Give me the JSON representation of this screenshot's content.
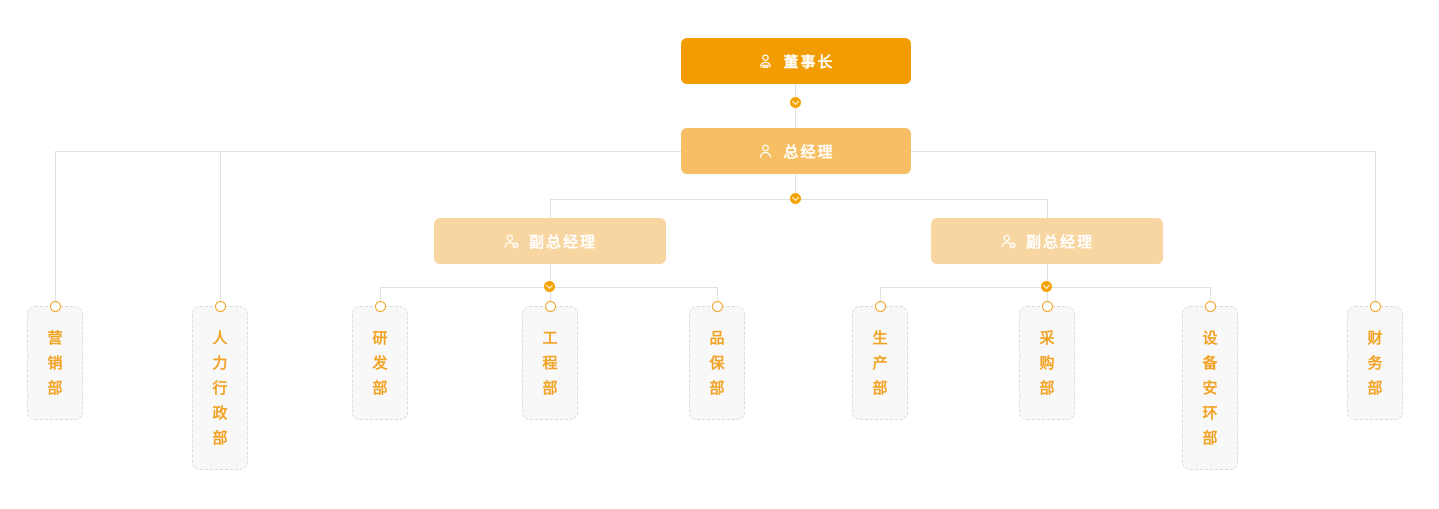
{
  "meta": {
    "type": "organization-chart"
  },
  "palette": {
    "chairman_bg": "#F39C00",
    "general_manager_bg": "#F7BF63",
    "deputy_manager_bg": "#F8D6A1",
    "node_bg": "#F5A300",
    "department_text": "#F2A325",
    "department_bg": "#F8F8F8",
    "department_border": "#DBDBDB",
    "connector_line": "#E0E0E0",
    "executive_text": "#FFFFFF"
  },
  "org": {
    "chairman": {
      "label": "董事长",
      "icon": "user-tie-icon"
    },
    "general_manager": {
      "label": "总经理",
      "icon": "user-icon"
    },
    "deputy_managers": [
      {
        "label": "副总经理",
        "icon": "user-badge-icon"
      },
      {
        "label": "副总经理",
        "icon": "user-badge-icon"
      }
    ],
    "departments": [
      {
        "name": "营销部",
        "parent": "总经理"
      },
      {
        "name": "人力行政部",
        "parent": "总经理"
      },
      {
        "name": "研发部",
        "parent": "副总经理"
      },
      {
        "name": "工程部",
        "parent": "副总经理"
      },
      {
        "name": "品保部",
        "parent": "副总经理"
      },
      {
        "name": "生产部",
        "parent": "副总经理"
      },
      {
        "name": "采购部",
        "parent": "副总经理"
      },
      {
        "name": "设备安环部",
        "parent": "副总经理"
      },
      {
        "name": "财务部",
        "parent": "总经理"
      }
    ]
  }
}
